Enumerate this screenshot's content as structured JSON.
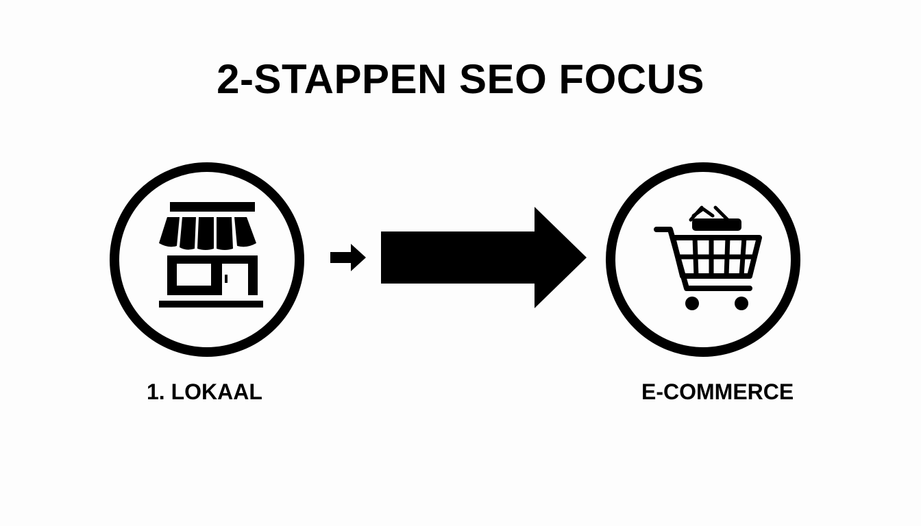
{
  "title": "2-STAPPEN SEO FOCUS",
  "steps": [
    {
      "label": "1. LOKAAL",
      "icon": "storefront-icon"
    },
    {
      "label": "E-COMMERCE",
      "icon": "shopping-cart-icon"
    }
  ],
  "colors": {
    "ink": "#000000",
    "background": "#fdfdfd"
  }
}
